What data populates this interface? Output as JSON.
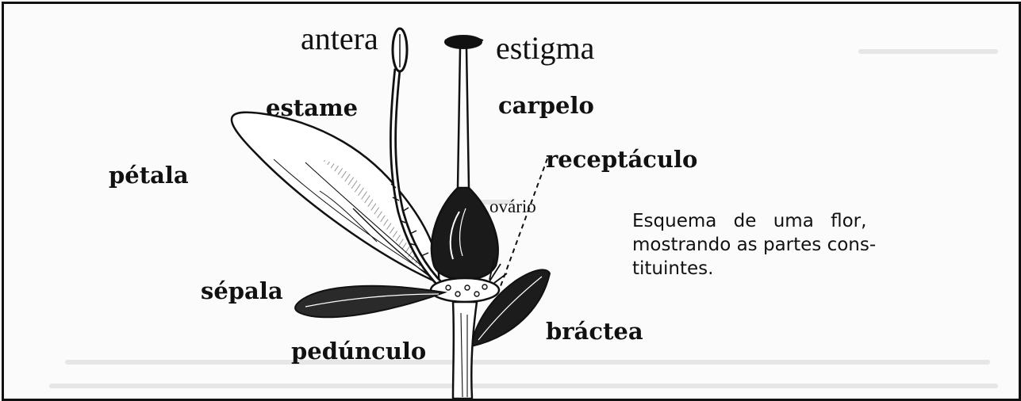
{
  "figure": {
    "labels": {
      "antera": "antera",
      "estigma": "estigma",
      "estame": "estame",
      "carpelo": "carpelo",
      "receptaculo": "receptáculo",
      "petala": "pétala",
      "ovario": "ovário",
      "sepala": "sépala",
      "pedunculo": "pedúnculo",
      "bractea": "bráctea"
    },
    "caption": {
      "line1": "Esquema de uma flor,",
      "line2": "mostrando as partes cons-",
      "line3": "tituintes."
    }
  },
  "colors": {
    "ink": "#111111",
    "frame_border": "#111111",
    "background": "#fbfbfb"
  }
}
